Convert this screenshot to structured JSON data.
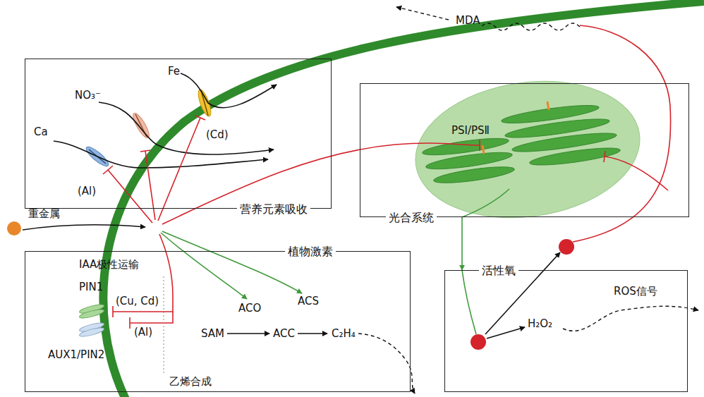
{
  "diagram": {
    "nodes": [
      {
        "text": [
          "营养元素吸收"
        ]
      },
      {
        "text": [
          "光合系统"
        ]
      },
      {
        "text": [
          "植物激素"
        ]
      },
      {
        "text": [
          "活性氧"
        ]
      }
    ],
    "edges": [
      {
        "from": 1,
        "to": 3,
        "arrow": "to"
      }
    ],
    "labels": [
      "MDA",
      "Fe",
      "NO₃⁻",
      "Ca",
      "(Cd)",
      "(Al)",
      "重金属",
      "PSⅠ/PSⅡ",
      "IAA极性运输",
      "PIN1",
      "(Cu, Cd)",
      "(Al)",
      "AUX1/PIN2",
      "ACO",
      "ACS",
      "SAM",
      "ACC",
      "C₂H₄",
      "乙烯合成",
      "H₂O₂",
      "ROS信号"
    ]
  }
}
